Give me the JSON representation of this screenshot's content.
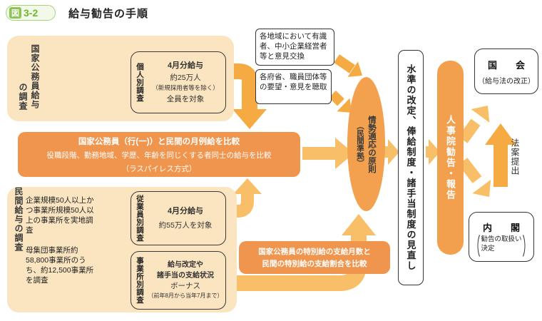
{
  "title": {
    "badge_icon": "図",
    "badge_num": "3-2",
    "text": "給与勧告の手順"
  },
  "colors": {
    "cream": "#FBE5C1",
    "orange_box": "#F0954E",
    "orange_deep": "#F3A04E",
    "arrow_solid": "#F6AA42",
    "arrow_light": "#F9BE68",
    "badge_green": "#8DC454"
  },
  "national_survey": {
    "label_l1": "国家公務員給与",
    "label_l2": "の調査",
    "individual": {
      "tab": "個人別調査",
      "l1": "4月分給与",
      "l2": "約25万人",
      "l3": "（新規採用者等を除く）",
      "l4": "全員を対象"
    }
  },
  "hearing_boxes": [
    {
      "text": "各地域において有識者、中小企業経営者等と意見交換"
    },
    {
      "text": "各府省、職員団体等の要望・意見を聴取"
    }
  ],
  "monthly_comparison": {
    "l1": "国家公務員（行(一)）と民間の月例給を比較",
    "l2": "役職段階、勤務地域、学歴、年齢を同じくする者同士の給与を比較",
    "l3": "（ラスパイレス方式）"
  },
  "private_survey": {
    "label": "民間給与の調査",
    "note1": "企業規模50人以上かつ事業所規模50人以上の事業所を実地調査",
    "note2": "母集団事業所約58,800事業所のうち、約12,500事業所を調査",
    "employee": {
      "tab": "従業員別調査",
      "l1": "4月分給与",
      "l2": "約55万人を対象"
    },
    "establishment": {
      "tab": "事業所別調査",
      "l1": "給与改定や",
      "l2": "諸手当の支給状況",
      "l3": "ボーナス",
      "l4": "（前年8月から当年7月まで）"
    }
  },
  "special_comparison": {
    "l1": "国家公務員の特別給の支給月数と",
    "l2": "民間の特別給の支給割合を比較"
  },
  "principle": {
    "main": "情勢適応の原則",
    "sub": "（民間準拠）"
  },
  "revision": {
    "text": "水準の改定、俸給制度・諸手当制度の見直し"
  },
  "npa": {
    "text": "人事院勧告・報告"
  },
  "diet": {
    "title": "国　　会",
    "sub": "（給与法の改正）"
  },
  "cabinet": {
    "title": "内　　閣",
    "paren_l": "（",
    "sub1": "勧告の取扱い",
    "sub2": "決定",
    "paren_r": "）"
  },
  "bill_label": "法案提出"
}
